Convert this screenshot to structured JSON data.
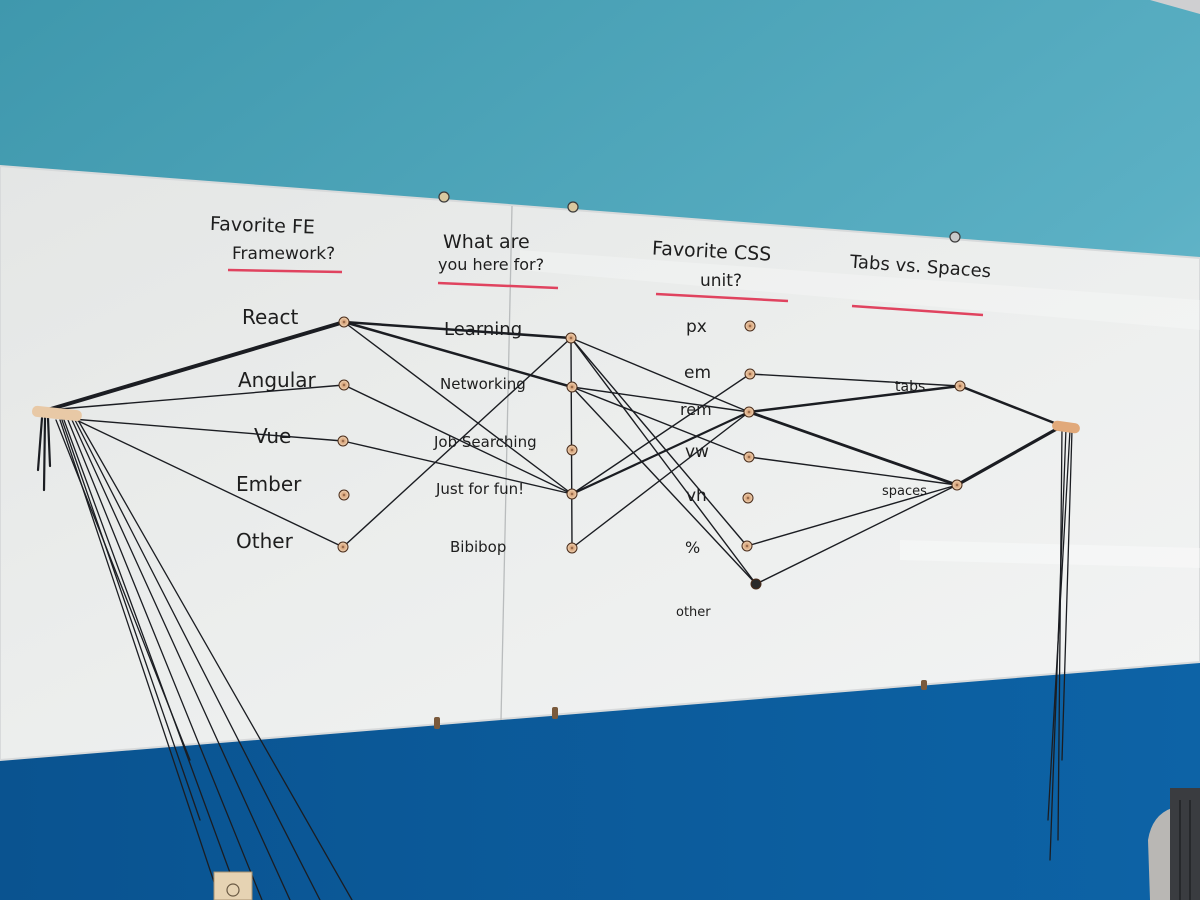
{
  "scene": {
    "description": "Whiteboard string-art survey connecting answers across four questions",
    "colors": {
      "wall_top": "#4ba3b8",
      "wall_top_light": "#7fc7d6",
      "wall_bottom": "#0b5a96",
      "whiteboard": "#e9ebea",
      "string": "#1b1d22",
      "peg": "#e8c9a6",
      "underline": "#e0435f",
      "marker": "#1e1e1e"
    }
  },
  "questions": [
    {
      "id": "fe",
      "line1": "Favorite FE",
      "line2": "Framework?"
    },
    {
      "id": "purpose",
      "line1": "What are",
      "line2": "you here for?"
    },
    {
      "id": "css",
      "line1": "Favorite CSS",
      "line2": "unit?"
    },
    {
      "id": "indent",
      "line1": "Tabs vs. Spaces",
      "line2": ""
    }
  ],
  "columns": {
    "fe": [
      "React",
      "Angular",
      "Vue",
      "Ember",
      "Other"
    ],
    "purpose": [
      "Learning",
      "Networking",
      "Job Searching",
      "Just for fun!",
      "Bibibop"
    ],
    "css": [
      "px",
      "em",
      "rem",
      "vw",
      "vh",
      "%",
      "other"
    ],
    "indent": [
      "tabs",
      "spaces"
    ]
  },
  "links": [
    {
      "from": "start",
      "to": "React",
      "weight": 4
    },
    {
      "from": "start",
      "to": "Angular",
      "weight": 1
    },
    {
      "from": "start",
      "to": "Vue",
      "weight": 1
    },
    {
      "from": "start",
      "to": "Other",
      "weight": 1
    },
    {
      "from": "React",
      "to": "Learning",
      "weight": 2
    },
    {
      "from": "React",
      "to": "Networking",
      "weight": 2
    },
    {
      "from": "React",
      "to": "Just for fun!",
      "weight": 1
    },
    {
      "from": "Angular",
      "to": "Just for fun!",
      "weight": 1
    },
    {
      "from": "Vue",
      "to": "Just for fun!",
      "weight": 1
    },
    {
      "from": "Other",
      "to": "Learning",
      "weight": 1
    },
    {
      "from": "Learning",
      "to": "rem",
      "weight": 1
    },
    {
      "from": "Learning",
      "to": "%",
      "weight": 1
    },
    {
      "from": "Learning",
      "to": "other",
      "weight": 1
    },
    {
      "from": "Learning",
      "to": "Bibibop",
      "weight": 1
    },
    {
      "from": "Networking",
      "to": "rem",
      "weight": 1
    },
    {
      "from": "Networking",
      "to": "vw",
      "weight": 1
    },
    {
      "from": "Networking",
      "to": "other",
      "weight": 1
    },
    {
      "from": "Just for fun!",
      "to": "em",
      "weight": 1
    },
    {
      "from": "Just for fun!",
      "to": "rem",
      "weight": 2
    },
    {
      "from": "Bibibop",
      "to": "rem",
      "weight": 1
    },
    {
      "from": "em",
      "to": "tabs",
      "weight": 1
    },
    {
      "from": "rem",
      "to": "tabs",
      "weight": 2
    },
    {
      "from": "rem",
      "to": "spaces",
      "weight": 2
    },
    {
      "from": "vw",
      "to": "spaces",
      "weight": 1
    },
    {
      "from": "%",
      "to": "spaces",
      "weight": 1
    },
    {
      "from": "other",
      "to": "spaces",
      "weight": 1
    },
    {
      "from": "tabs",
      "to": "end",
      "weight": 2
    },
    {
      "from": "spaces",
      "to": "end",
      "weight": 3
    }
  ]
}
